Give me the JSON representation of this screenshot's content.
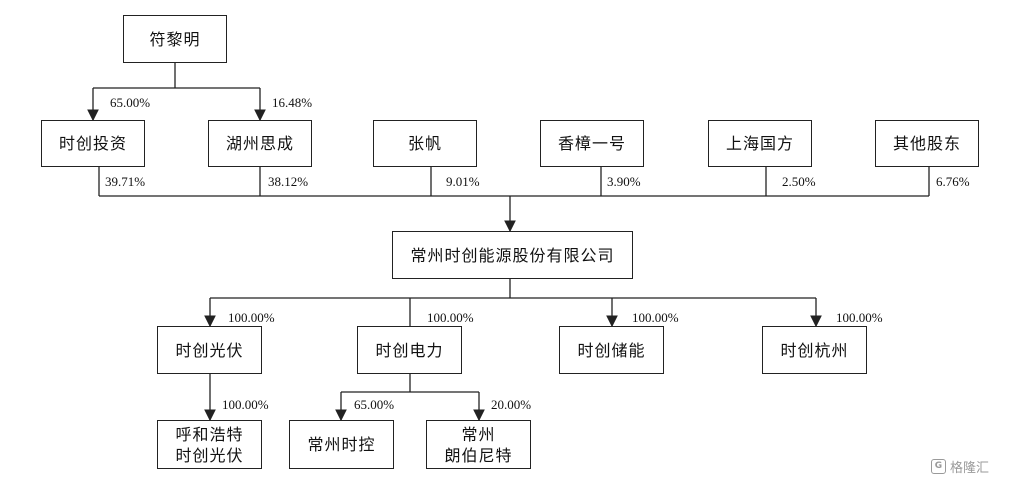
{
  "nodes": {
    "fu_liming": "符黎明",
    "shichuang_touzi": "时创投资",
    "huzhou_sicheng": "湖州思成",
    "zhang_fan": "张帆",
    "xiangzhang_yihao": "香樟一号",
    "shanghai_guofang": "上海国方",
    "qita_gudong": "其他股东",
    "company": "常州时创能源股份有限公司",
    "shichuang_guangfu": "时创光伏",
    "shichuang_dianli": "时创电力",
    "shichuang_chuneng": "时创储能",
    "shichuang_hangzhou": "时创杭州",
    "huhehaote_guangfu": "呼和浩特\n时创光伏",
    "changzhou_shikong": "常州时控",
    "changzhou_langbonite": "常州\n朗伯尼特"
  },
  "percentages": {
    "fu_to_touzi": "65.00%",
    "fu_to_sicheng": "16.48%",
    "touzi_to_company": "39.71%",
    "sicheng_to_company": "38.12%",
    "zhangfan_to_company": "9.01%",
    "xiangzhang_to_company": "3.90%",
    "guofang_to_company": "2.50%",
    "qita_to_company": "6.76%",
    "company_to_guangfu": "100.00%",
    "company_to_dianli": "100.00%",
    "company_to_chuneng": "100.00%",
    "company_to_hangzhou": "100.00%",
    "guangfu_to_huhehaote": "100.00%",
    "dianli_to_shikong": "65.00%",
    "dianli_to_langbonite": "20.00%"
  },
  "watermark": {
    "icon": "G",
    "text": "格隆汇"
  },
  "style": {
    "line_color": "#222222",
    "watermark_color": "#9a9a9a"
  }
}
